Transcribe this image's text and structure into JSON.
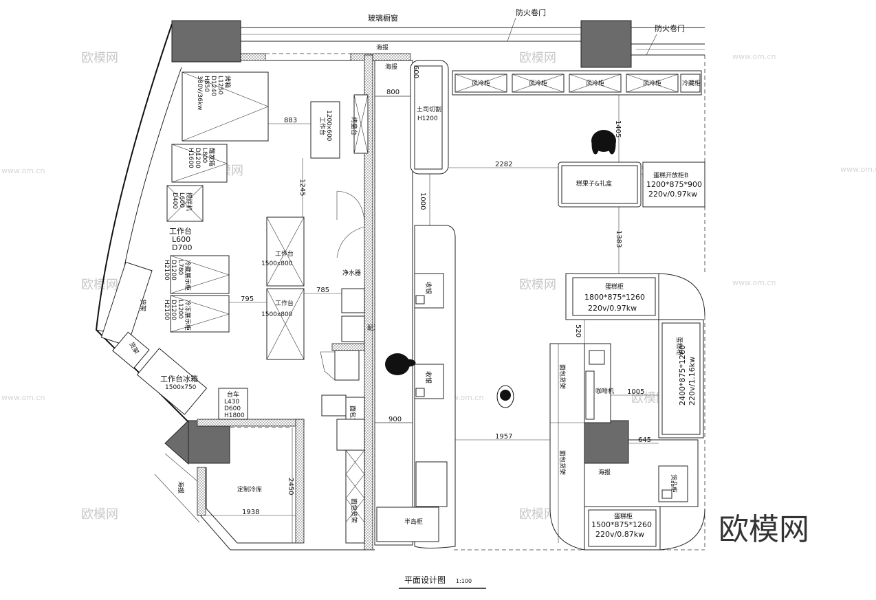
{
  "labels": {
    "glass_window": "玻璃橱窗",
    "fire_door_1": "防火卷门",
    "fire_door_2": "防火卷门",
    "title": "平面设计图",
    "scale": "1:100",
    "logo": "欧模网",
    "watermark": "欧模网",
    "watermark_url": "www.om.cn",
    "oven_1": [
      "380V/36kw",
      "H850",
      "D1240",
      "L1250",
      "烤箱"
    ],
    "oven_2": [
      "H1600",
      "D1200",
      "L800",
      "醒发箱"
    ],
    "mixer": [
      "D400",
      "L600",
      "搅拌机"
    ],
    "workbench_small": [
      "工作台",
      "L600",
      "D700"
    ],
    "freezer_1": [
      "冷藏展示柜",
      "L780",
      "D1200",
      "H2100"
    ],
    "freezer_2": [
      "冷冻展示柜",
      "L1200",
      "D1200",
      "H2100"
    ],
    "workbench_top": [
      "工作台",
      "1200x600"
    ],
    "workbench_mid_1": [
      "工作台",
      "1500x800"
    ],
    "workbench_mid_2": [
      "工作台",
      "1500x800"
    ],
    "workbench_freezer": [
      "工作台冰箱",
      "1500x750"
    ],
    "cart": [
      "台车",
      "L430",
      "D600",
      "H1800"
    ],
    "custom_cold_room": "定制冷库",
    "sea_sign": "海报",
    "shelf": "货架",
    "sink": "净水器",
    "rack": "货架",
    "delivery": "配送入口",
    "sliced_bread": [
      "土司切割",
      "H1200"
    ],
    "box_area": "烤盘台",
    "cash_1": "收银",
    "cash_2": "收银",
    "half_cabinet": "半岛柜",
    "product_cabinet": "货品柜",
    "candy_gift": "糕果子&礼盒",
    "cake_cabinet_b": [
      "蛋糕开放柜B",
      "1200*875*900",
      "220v/0.97kw"
    ],
    "cake_cabinet_1": [
      "蛋糕柜",
      "1800*875*1260",
      "220v/0.97kw"
    ],
    "cake_cabinet_2": [
      "蛋糕柜",
      "2400*875*1260",
      "220v/1.16kw"
    ],
    "cake_cabinet_3": [
      "蛋糕柜",
      "1500*875*1260",
      "220v/0.87kw"
    ],
    "wind_cabinets": [
      "风冷柜",
      "风冷柜",
      "风冷柜",
      "风冷柜",
      "冷藏柜"
    ],
    "drink_top": "咖啡机",
    "sea_sign_2": "海报",
    "side_shelf_1": "面包货架",
    "side_shelf_2": "面包货架"
  },
  "dimensions": {
    "d_883": "883",
    "d_1245": "1245",
    "d_795": "795",
    "d_785": "785",
    "d_800": "800",
    "d_600": "600",
    "d_2282": "2282",
    "d_1405": "1405",
    "d_1000": "1000",
    "d_1383": "1383",
    "d_520": "520",
    "d_1005": "1005",
    "d_900": "900",
    "d_1957": "1957",
    "d_645": "645",
    "d_2450": "2450",
    "d_1938": "1938"
  },
  "colors": {
    "column": "#6b6b6b",
    "line": "#222222",
    "watermark": "#c8c8c8"
  }
}
